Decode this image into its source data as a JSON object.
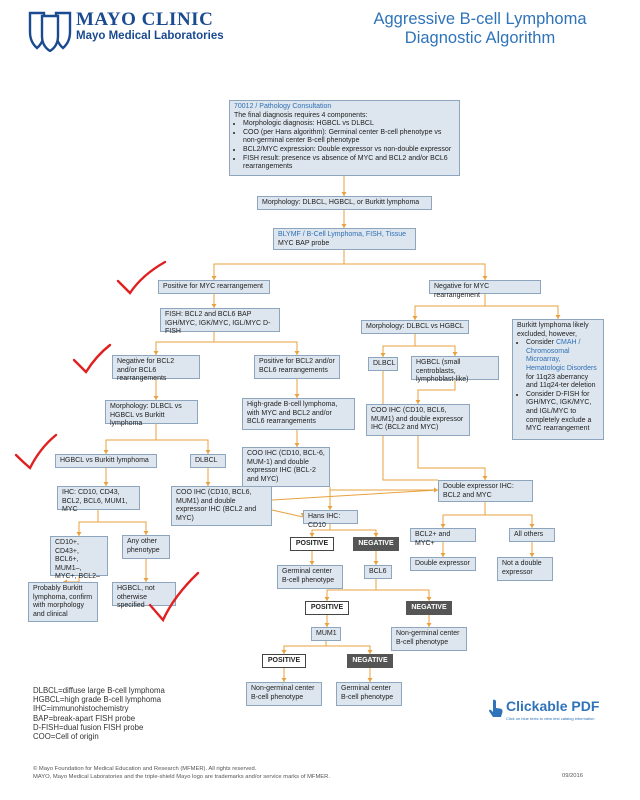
{
  "header": {
    "logo_line1": "MAYO CLINIC",
    "logo_line2": "Mayo Medical Laboratories",
    "title_line1": "Aggressive B-cell Lymphoma",
    "title_line2": "Diagnostic Algorithm"
  },
  "colors": {
    "accent_blue": "#2f73b8",
    "arrow_orange": "#e8a13d",
    "box_fill": "#dde6ef",
    "check_red": "#e02020"
  },
  "nodes": {
    "consult": {
      "link": "70012 / Pathology Consultation",
      "intro": "The final diagnosis requires 4 components:",
      "items": [
        "Morphologic diagnosis: HGBCL vs DLBCL",
        "COO (per Hans algorithm): Germinal center B-cell phenotype vs non-germinal center B-cell phenotype",
        "BCL2/MYC expression: Double expressor vs non-double expressor",
        "FISH result: presence vs absence of MYC and BCL2 and/or BCL6 rearrangements"
      ]
    },
    "morph1": "Morphology: DLBCL, HGBCL, or Burkitt lymphoma",
    "blymf_link": "BLYMF / B-Cell Lymphoma, FISH, Tissue",
    "blymf_text": "MYC BAP probe",
    "pos_myc": "Positive for MYC rearrangement",
    "neg_myc": "Negative for MYC rearrangement",
    "fish2": "FISH: BCL2 and BCL6 BAP IGH/MYC, IGK/MYC, IGL/MYC D-FISH",
    "morph_dlbcl_hgbcl": "Morphology: DLBCL vs HGBCL",
    "burkitt_note": {
      "intro": "Burkitt lymphoma likely excluded, however,",
      "item1_pre": "Consider ",
      "item1_link": "CMAH / Chromosomal Microarray, Hematologic Disorders",
      "item1_post": " for 11q23 aberrancy and 11q24-ter deletion",
      "item2": "Consider D-FISH for IGH/MYC, IGK/MYC, and IGL/MYC to completely exclude a MYC rearrangement"
    },
    "neg_bcl": "Negative for BCL2 and/or BCL6 rearrangements",
    "pos_bcl": "Positive for BCL2 and/or BCL6 rearrangements",
    "dlbcl_right": "DLBCL",
    "hgbcl_right": "HGBCL (small centroblasts, lymphoblast-like)",
    "morph_burkitt": "Morphology: DLBCL vs HGBCL vs Burkitt lymphoma",
    "hg_bcell": "High-grade B-cell lymphoma, with MYC and BCL2 and/or BCL6 rearrangements",
    "coo_right": "COO IHC (CD10, BCL6, MUM1) and double expressor IHC (BCL2 and MYC)",
    "hgbcl_vs_burkitt": "HGBCL vs Burkitt lymphoma",
    "dlbcl_left": "DLBCL",
    "coo_mid": "COO IHC (CD10, BCL-6, MUM-1) and double expressor IHC (BCL-2 and MYC)",
    "double_expr_ihc": "Double expressor IHC: BCL2 and MYC",
    "ihc_panel": "IHC: CD10, CD43, BCL2, BCL6, MUM1, MYC",
    "coo_left": "COO IHC (CD10, BCL6, MUM1) and double expressor IHC (BCL2 and MYC)",
    "hans": "Hans IHC: CD10",
    "cd10_panel": "CD10+, CD43+, BCL6+, MUM1–, MYC+, BCL2–",
    "any_other": "Any other phenotype",
    "bcl2_myc_pos": "BCL2+ and MYC+",
    "all_others": "All others",
    "probably_burkitt": "Probably Burkitt lymphoma, confirm with morphology and clinical",
    "hgbcl_nos": "HGBCL, not otherwise specified",
    "gc_phenotype1": "Germinal center B-cell phenotype",
    "bcl6": "BCL6",
    "double_expressor": "Double expressor",
    "not_double": "Not a double expressor",
    "ngc_phenotype1": "Non-germinal center B-cell phenotype",
    "mum1": "MUM1",
    "ngc_phenotype2": "Non-germinal center B-cell phenotype",
    "gc_phenotype2": "Germinal center B-cell phenotype"
  },
  "tags": {
    "positive": "POSITIVE",
    "negative": "NEGATIVE"
  },
  "legend": [
    "DLBCL=diffuse large B-cell lymphoma",
    "HGBCL=high grade B-cell lymphoma",
    "IHC=immunohistochemistry",
    "BAP=break-apart FISH probe",
    "D-FISH=dual fusion FISH probe",
    "COO=Cell of origin"
  ],
  "clickable": {
    "title": "Clickable PDF",
    "subtitle": "Click on blue texts to view test catalog information"
  },
  "footer": {
    "line1": "© Mayo Foundation for Medical Education and Research (MFMER). All rights reserved.",
    "line2": "MAYO, Mayo Medical Laboratories and the triple-shield Mayo logo are trademarks and/or service marks of MFMER.",
    "date": "09/2016"
  }
}
